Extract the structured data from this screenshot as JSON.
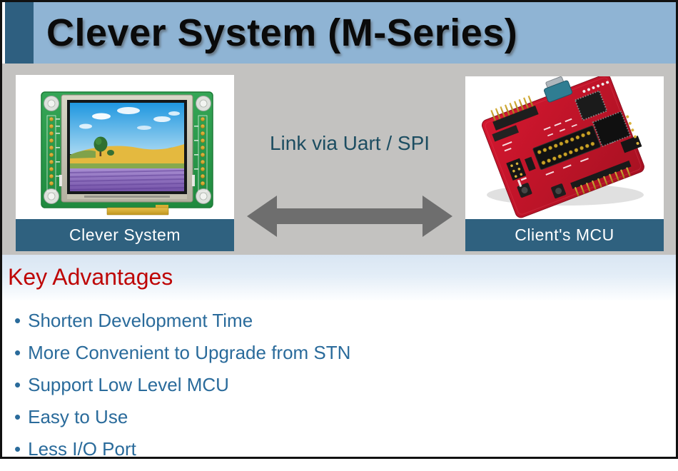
{
  "title": "Clever System (M-Series)",
  "hero": {
    "link_label": "Link via Uart / SPI",
    "left_caption": "Clever System",
    "right_caption": "Client's MCU"
  },
  "advantages": {
    "heading": "Key Advantages",
    "bullet": "•",
    "items": [
      "Shorten Development Time",
      "More Convenient to Upgrade from STN",
      "Support Low Level MCU",
      "Easy to Use",
      "Less I/O Port"
    ]
  },
  "icons": {
    "link_arrow": "double-headed-horizontal-arrow"
  },
  "colors": {
    "title_band": "#8FB4D4",
    "title_accent": "#2E5F80",
    "hero_band": "#C3C2C0",
    "caption_bar": "#2F617F",
    "arrow": "#6E6E6E",
    "heading_red": "#BE0505",
    "bullet_text": "#2A6B9B",
    "link_text": "#1C4D61",
    "slide_border": "#111111"
  }
}
